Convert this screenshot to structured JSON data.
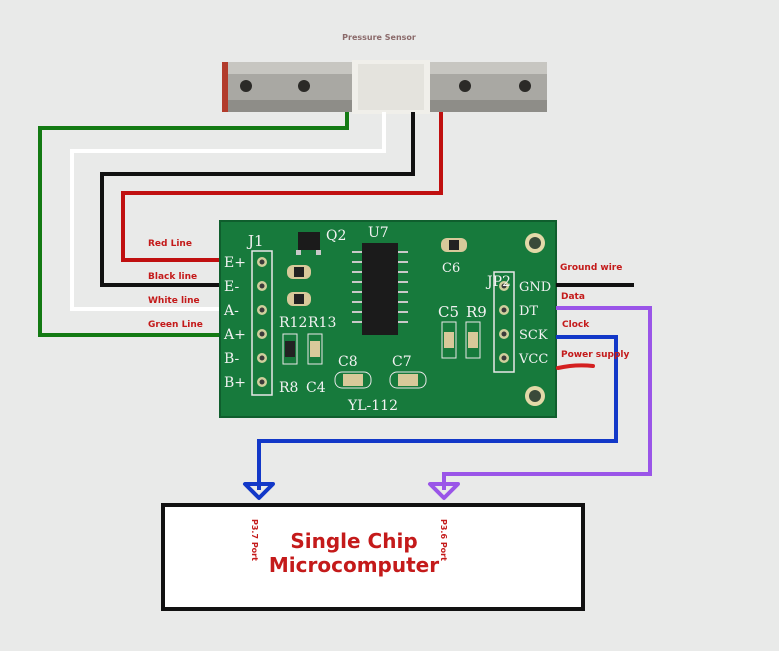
{
  "sensor": {
    "title": "Pressure Sensor"
  },
  "wire_labels": {
    "red": "Red Line",
    "black": "Black line",
    "white": "White line",
    "green": "Green Line",
    "ground": "Ground wire",
    "data": "Data",
    "clock": "Clock",
    "power": "Power supply"
  },
  "board": {
    "j1": "J1",
    "q2": "Q2",
    "u7": "U7",
    "c6": "C6",
    "jp2": "JP2",
    "c5": "C5",
    "r9": "R9",
    "r12": "R12",
    "r13": "R13",
    "r8": "R8",
    "c4": "C4",
    "c8": "C8",
    "c7": "C7",
    "model": "YL-112",
    "left_pins": [
      "E+",
      "E-",
      "A-",
      "A+",
      "B-",
      "B+"
    ],
    "right_pins": [
      "GND",
      "DT",
      "SCK",
      "VCC"
    ]
  },
  "mcu": {
    "title_line1": "Single Chip",
    "title_line2": "Microcomputer",
    "port_left": "P3.7 Port",
    "port_right": "P3.6 Port"
  },
  "colors": {
    "green": "#137a13",
    "white": "#ffffff",
    "black": "#111111",
    "red": "#c01010",
    "blue": "#1238c8",
    "purple": "#9a55e8",
    "pcb": "#177a3c",
    "label": "#c41a1a"
  }
}
